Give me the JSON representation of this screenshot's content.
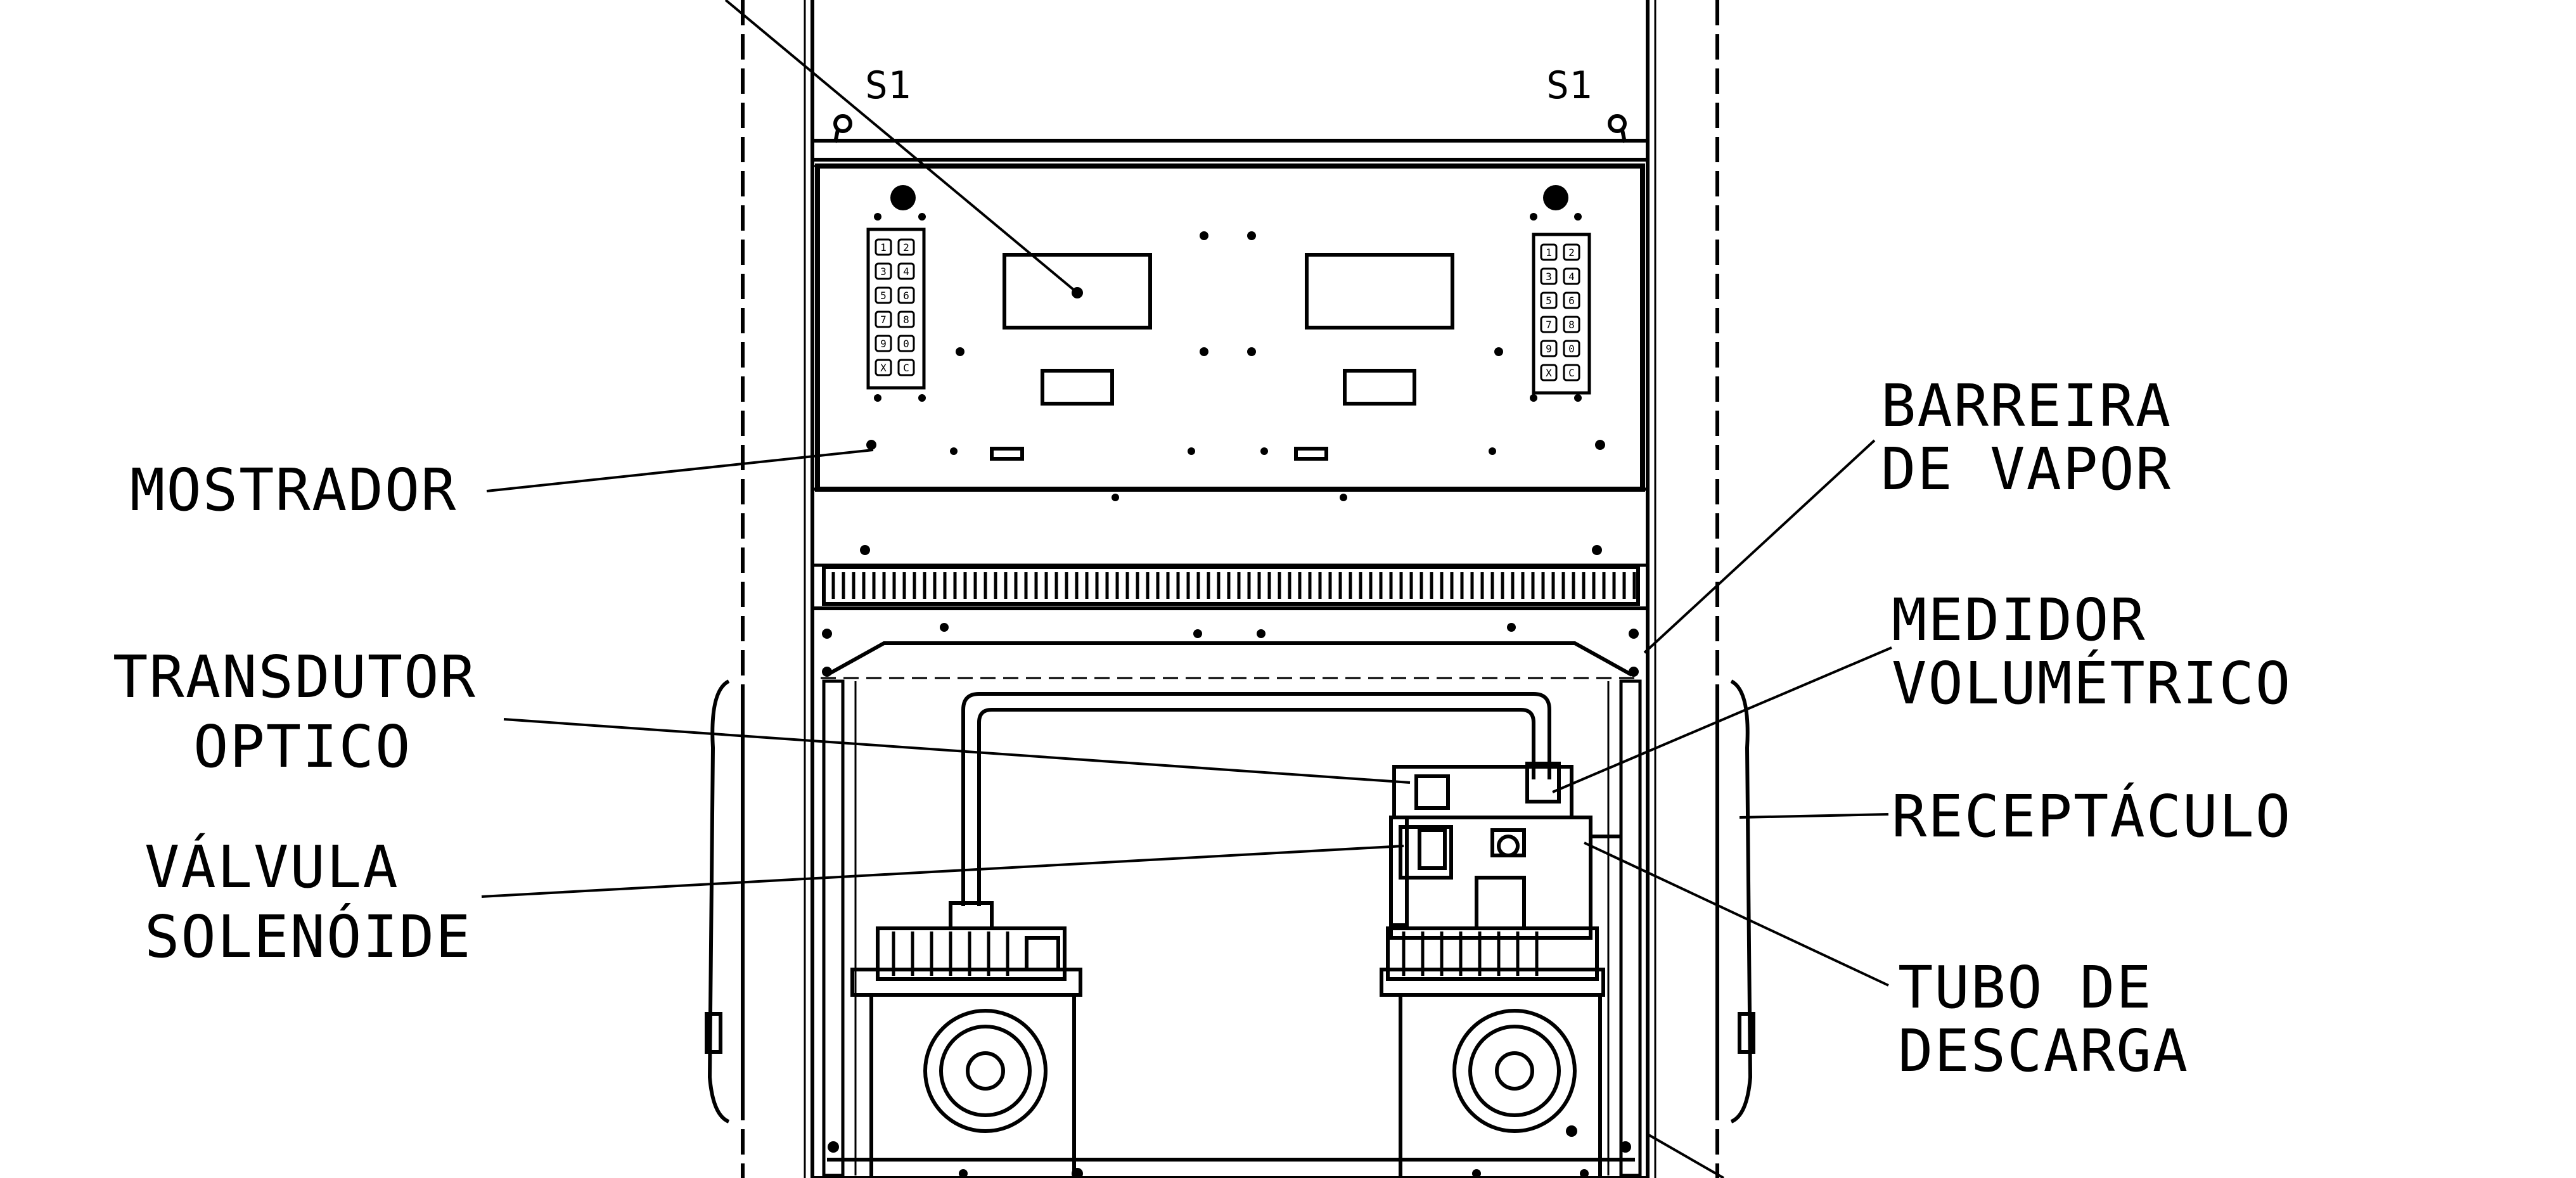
{
  "diagram": {
    "top_marks": [
      "S1",
      "S1"
    ],
    "keypad": {
      "left_keys": [
        "1",
        "2",
        "3",
        "4",
        "5",
        "6",
        "7",
        "8",
        "9",
        "0",
        "X",
        "C"
      ],
      "right_keys": [
        "1",
        "2",
        "3",
        "4",
        "5",
        "6",
        "7",
        "8",
        "9",
        "0",
        "X",
        "C"
      ]
    },
    "labels": {
      "mostrador": "MOSTRADOR",
      "transdutor_1": "TRANSDUTOR",
      "transdutor_2": "OPTICO",
      "valvula_1": "VÁLVULA",
      "valvula_2": "SOLENÓIDE",
      "barreira_1": "BARREIRA",
      "barreira_2": "DE VAPOR",
      "medidor_1": "MEDIDOR",
      "medidor_2": "VOLUMÉTRICO",
      "receptaculo": "RECEPTÁCULO",
      "tubo_1": "TUBO DE",
      "tubo_2": "DESCARGA"
    },
    "colors": {
      "ink": "#000000",
      "paper": "#ffffff"
    }
  }
}
